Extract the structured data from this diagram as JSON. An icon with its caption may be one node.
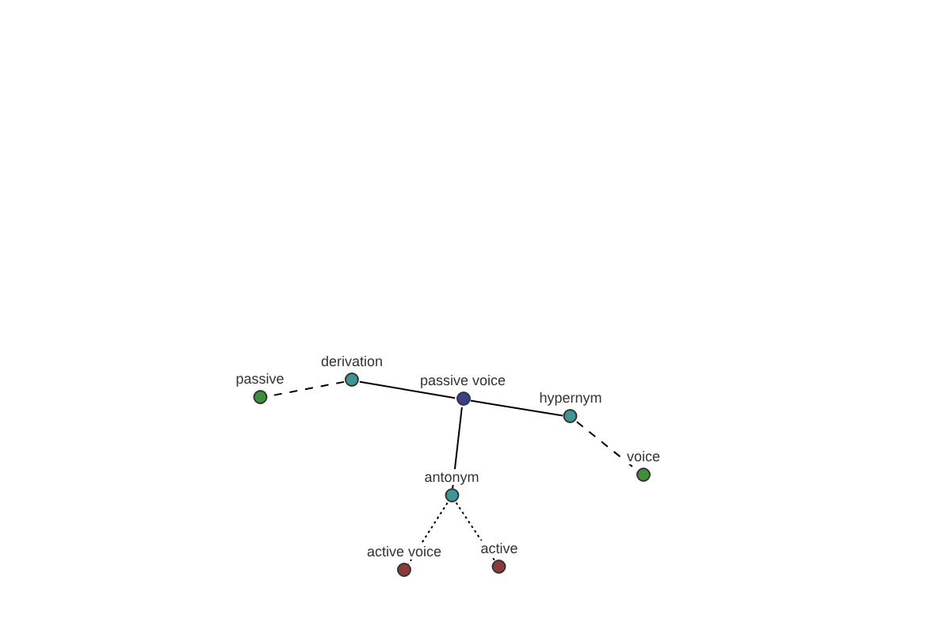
{
  "diagram": {
    "nodes": [
      {
        "text": [
          "derivation"
        ]
      },
      {
        "text": [
          "passive"
        ]
      },
      {
        "text": [
          "passive voice"
        ]
      },
      {
        "text": [
          "hypernym"
        ]
      },
      {
        "text": [
          "voice"
        ]
      },
      {
        "text": [
          "antonym"
        ]
      },
      {
        "text": [
          "active voice"
        ]
      },
      {
        "text": [
          "active"
        ]
      }
    ],
    "edges": [
      {
        "from": 2,
        "to": 0,
        "arrow": "none"
      },
      {
        "from": 0,
        "to": 1,
        "arrow": "none",
        "style": "dashed"
      },
      {
        "from": 2,
        "to": 3,
        "arrow": "none"
      },
      {
        "from": 3,
        "to": 4,
        "arrow": "none",
        "style": "dashed"
      },
      {
        "from": 2,
        "to": 5,
        "arrow": "none"
      },
      {
        "from": 5,
        "to": 6,
        "arrow": "none",
        "style": "dashed"
      },
      {
        "from": 5,
        "to": 7,
        "arrow": "none",
        "style": "dashed"
      }
    ]
  }
}
